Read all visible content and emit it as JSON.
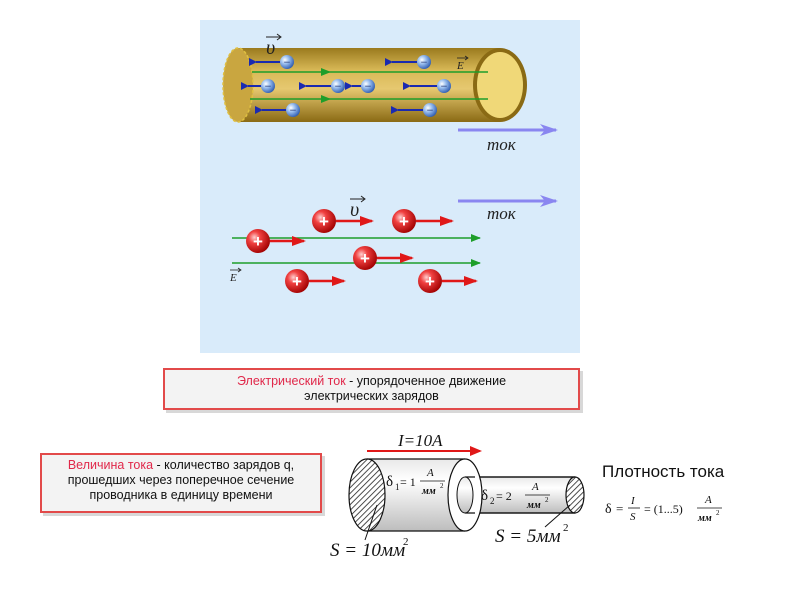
{
  "top_figure": {
    "velocity_symbol": "υ",
    "field_symbol": "E",
    "current_label_1": "ток",
    "current_label_2": "ток",
    "electron_sign": "−",
    "proton_sign": "+"
  },
  "definition_current": {
    "term": "Электрический ток",
    "rest_line1": " - упорядоченное  движение",
    "line2": "электрических зарядов"
  },
  "definition_magnitude": {
    "term": "Величина тока",
    "rest_line1": " - количество зарядов q,",
    "line2": "прошедших через поперечное сечение",
    "line3": "проводника в единицу времени"
  },
  "conductor_figure": {
    "current_label": "I=10A",
    "delta1_label": "δ",
    "delta1_sub": "1",
    "delta1_eq": "= 1",
    "delta2_label": "δ",
    "delta2_sub": "2",
    "delta2_eq": "= 2",
    "unit_num": "А",
    "unit_den": "мм",
    "unit_pow": "2",
    "area1": "S = 10мм",
    "area1_pow": "2",
    "area2": "S = 5мм",
    "area2_pow": "2"
  },
  "density": {
    "title": "Плотность тока",
    "symbol": "δ",
    "eq1": "=",
    "num_I": "I",
    "den_S": "S",
    "eq2": "= (1...5)",
    "unit_num": "А",
    "unit_den": "мм",
    "unit_pow": "2"
  },
  "colors": {
    "panel_bg": "#d9ebfa",
    "electron": "#4a78c8",
    "proton": "#e02020",
    "field_line": "#1e9e2a",
    "velocity_arrow_blue": "#1a2ab0",
    "velocity_arrow_red": "#e01818",
    "current_arrow": "#8a86f0",
    "box_border": "#e24a4a",
    "term_highlight": "#e0284a"
  }
}
